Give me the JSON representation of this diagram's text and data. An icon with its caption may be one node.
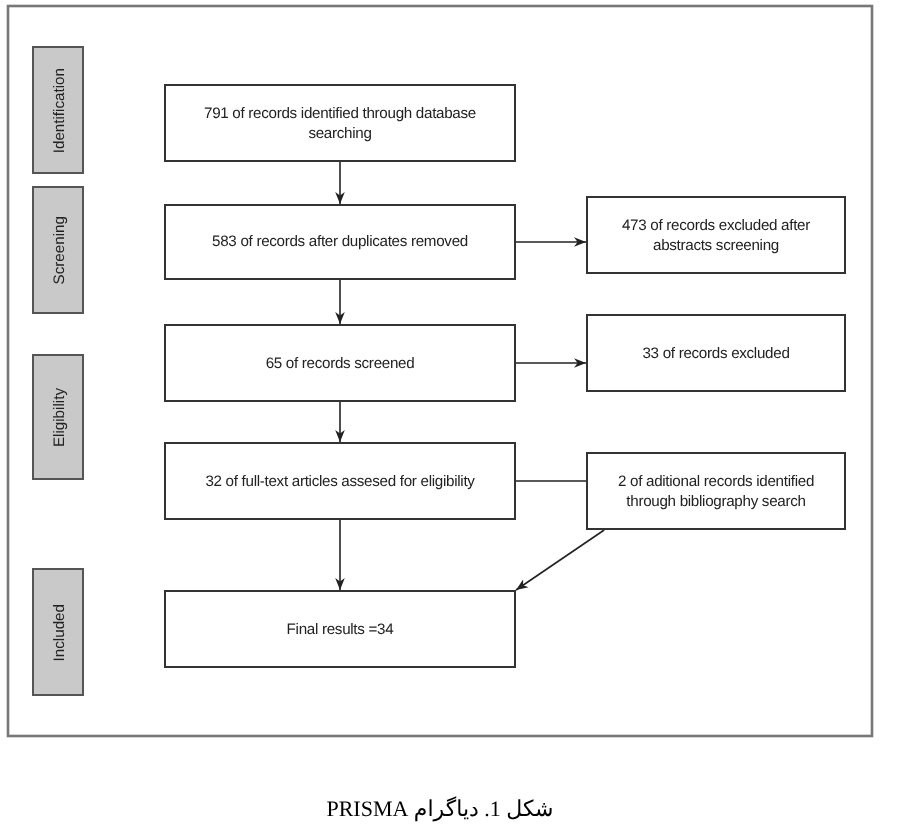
{
  "diagram": {
    "caption": "شکل 1. دیاگرام PRISMA",
    "nodes": [
      {
        "text": [
          "Identification"
        ]
      },
      {
        "text": [
          "Screening"
        ]
      },
      {
        "text": [
          "Eligibility"
        ]
      },
      {
        "text": [
          "Included"
        ]
      },
      {
        "text": [
          "791 of records identified through database searching"
        ]
      },
      {
        "text": [
          "583 of records after duplicates removed"
        ]
      },
      {
        "text": [
          "473 of records excluded after abstracts screening"
        ]
      },
      {
        "text": [
          "65 of records screened"
        ]
      },
      {
        "text": [
          "33 of records excluded"
        ]
      },
      {
        "text": [
          "32 of full-text articles assesed for eligibility"
        ]
      },
      {
        "text": [
          "2 of aditional records identified through bibliography search"
        ]
      },
      {
        "text": [
          "Final results =34"
        ]
      }
    ],
    "edges": [
      {
        "from": 4,
        "to": 5,
        "arrow": "to"
      },
      {
        "from": 5,
        "to": 6,
        "arrow": "to"
      },
      {
        "from": 5,
        "to": 7,
        "arrow": "to"
      },
      {
        "from": 7,
        "to": 8,
        "arrow": "to"
      },
      {
        "from": 7,
        "to": 9,
        "arrow": "to"
      },
      {
        "from": 9,
        "to": 10,
        "arrow": "none"
      },
      {
        "from": 9,
        "to": 11,
        "arrow": "to"
      },
      {
        "from": 10,
        "to": 11,
        "arrow": "to"
      }
    ]
  }
}
